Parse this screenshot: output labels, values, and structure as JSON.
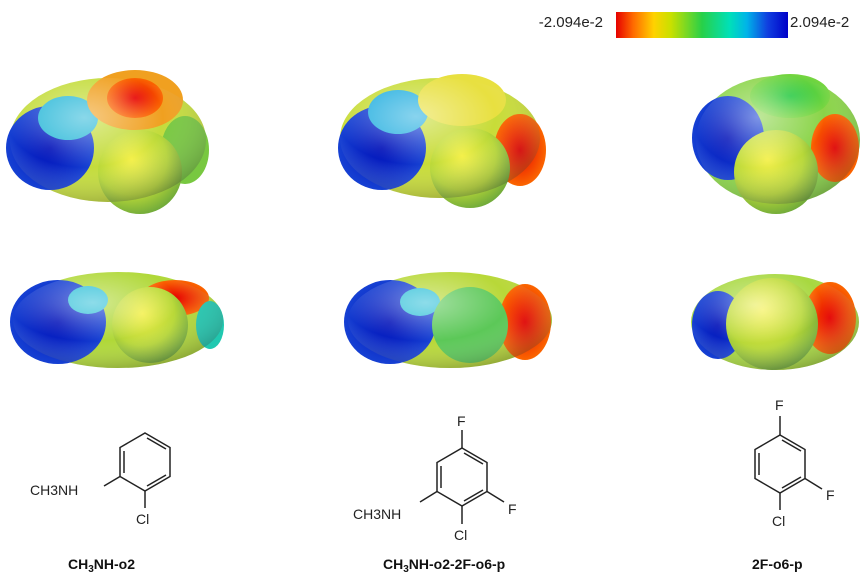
{
  "legend": {
    "min_label": "-2.094e-2",
    "max_label": "2.094e-2",
    "colors": [
      "#e60000",
      "#ffd200",
      "#28d048",
      "#00b4e8",
      "#0000c8"
    ]
  },
  "molecules": [
    {
      "name_prefix": "CH",
      "name_sub": "3",
      "name_suffix": "NH-o2",
      "atom_labels": {
        "substituent": "CH3NH",
        "ortho": "Cl"
      }
    },
    {
      "name_prefix": "CH",
      "name_sub": "3",
      "name_suffix": "NH-o2-2F-o6-p",
      "atom_labels": {
        "substituent": "CH3NH",
        "ortho": "Cl",
        "top": "F",
        "right": "F"
      }
    },
    {
      "name_prefix": "",
      "name_sub": "",
      "name_suffix": "2F-o6-p",
      "atom_labels": {
        "top": "F",
        "right": "F",
        "bottom": "Cl"
      }
    }
  ]
}
